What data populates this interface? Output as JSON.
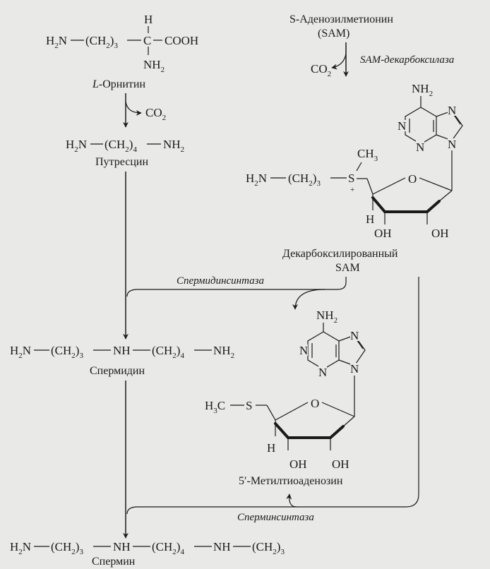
{
  "ornithine": {
    "h_top": "H",
    "h2n": "H",
    "h2n_sub": "2",
    "h2n_n": "N",
    "ch2": "(CH",
    "ch2_sub": "2",
    "ch2_close": ")",
    "ch2_idx": "3",
    "c": "C",
    "cooh": "COOH",
    "nh2": "NH",
    "nh2_sub": "2",
    "name_l": "L",
    "name": "-Орнитин"
  },
  "co2_1": {
    "text": "CO",
    "sub": "2"
  },
  "putrescine": {
    "h2n": "H",
    "h2n_sub": "2",
    "h2n_n": "N",
    "ch2": "(CH",
    "ch2_sub": "2",
    "ch2_close": ")",
    "ch2_idx": "4",
    "nh2": "NH",
    "nh2_sub": "2",
    "name": "Путресцин"
  },
  "sam": {
    "name_line1": "S-Аденозилметионин",
    "name_line2": "(SAM)",
    "enzyme": "SAM-декарбоксилаза",
    "co2": "CO",
    "co2_sub": "2"
  },
  "dcsam": {
    "nh2": "NH",
    "nh2_sub": "2",
    "n1": "N",
    "n3": "N",
    "n7": "N",
    "n9": "N",
    "ch3": "CH",
    "ch3_sub": "3",
    "h2n": "H",
    "h2n_sub": "2",
    "h2n_n": "N",
    "ch2": "(CH",
    "ch2_sub": "2",
    "ch2_close": ")",
    "ch2_idx": "3",
    "s": "S",
    "plus": "+",
    "o": "O",
    "h": "H",
    "oh1": "OH",
    "oh2": "OH",
    "name_line1": "Декарбоксилированный",
    "name_line2": "SAM"
  },
  "enzyme1": "Спермидинсинтаза",
  "spermidine": {
    "h2n": "H",
    "h2n_sub": "2",
    "h2n_n": "N",
    "ch2a": "(CH",
    "ch2a_sub": "2",
    "ch2a_close": ")",
    "ch2a_idx": "3",
    "nh": "NH",
    "ch2b": "(CH",
    "ch2b_sub": "2",
    "ch2b_close": ")",
    "ch2b_idx": "4",
    "nh2": "NH",
    "nh2_sub": "2",
    "name": "Спермидин"
  },
  "mta": {
    "nh2": "NH",
    "nh2_sub": "2",
    "n1": "N",
    "n3": "N",
    "n7": "N",
    "n9": "N",
    "h3c": "H",
    "h3c_sub": "3",
    "h3c_c": "C",
    "s": "S",
    "o": "O",
    "h": "H",
    "oh1": "OH",
    "oh2": "OH",
    "name": "5′-Метилтиоаденозин"
  },
  "enzyme2": "Сперминсинтаза",
  "spermine": {
    "h2n": "H",
    "h2n_sub": "2",
    "h2n_n": "N",
    "ch2a": "(CH",
    "ch2a_sub": "2",
    "ch2a_close": ")",
    "ch2a_idx": "3",
    "nh1": "NH",
    "ch2b": "(CH",
    "ch2b_sub": "2",
    "ch2b_close": ")",
    "ch2b_idx": "4",
    "nh2": "NH",
    "ch2c": "(CH",
    "ch2c_sub": "2",
    "ch2c_close": ")",
    "ch2c_idx": "3",
    "name": "Спермин"
  }
}
